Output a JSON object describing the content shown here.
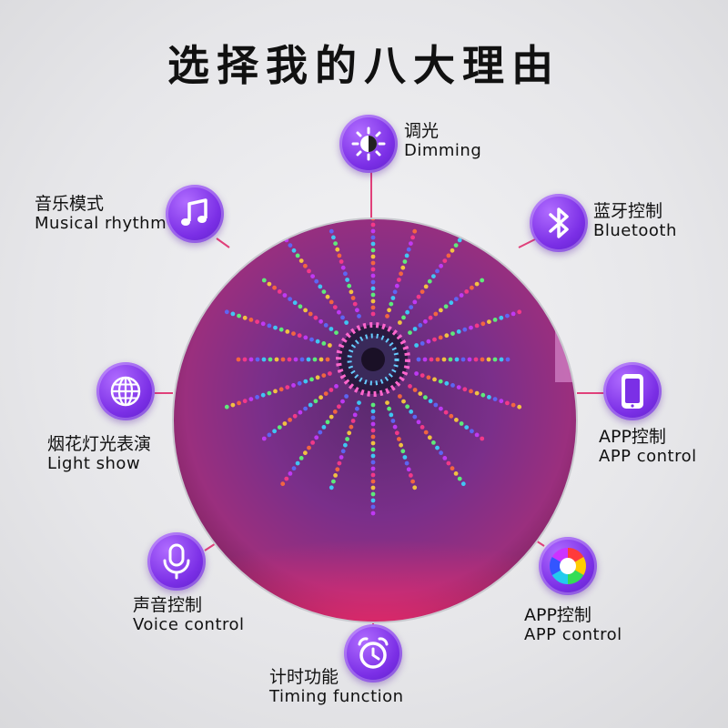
{
  "title": "选择我的八大理由",
  "colors": {
    "badge": "#7b2fe6",
    "connector": "#e0407a",
    "background": "#e6e6e9"
  },
  "features": [
    {
      "id": "dimming",
      "icon": "dimming-icon",
      "zh": "调光",
      "en": "Dimming"
    },
    {
      "id": "bluetooth",
      "icon": "bluetooth-icon",
      "zh": "蓝牙控制",
      "en": "Bluetooth"
    },
    {
      "id": "app1",
      "icon": "phone-icon",
      "zh": "APP控制",
      "en": "APP control"
    },
    {
      "id": "app2",
      "icon": "color-wheel-icon",
      "zh": "APP控制",
      "en": "APP control"
    },
    {
      "id": "timing",
      "icon": "alarm-clock-icon",
      "zh": "计时功能",
      "en": "Timing function"
    },
    {
      "id": "voice",
      "icon": "microphone-icon",
      "zh": "声音控制",
      "en": "Voice control"
    },
    {
      "id": "light",
      "icon": "globe-icon",
      "zh": "烟花灯光表演",
      "en": "Light show"
    },
    {
      "id": "music",
      "icon": "music-note-icon",
      "zh": "音乐模式",
      "en": "Musical rhythm"
    }
  ]
}
